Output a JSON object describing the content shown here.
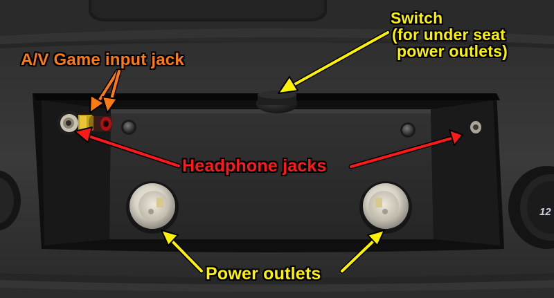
{
  "labels": {
    "switch": {
      "line1": "Switch",
      "line2": "(for under seat",
      "line3": "power outlets)",
      "color": "#fff200"
    },
    "av_game_input": {
      "text": "A/V Game input jack",
      "color": "#ff7a12"
    },
    "headphone_jacks": {
      "text": "Headphone jacks",
      "color": "#ff1a1a"
    },
    "power_outlets": {
      "text": "Power outlets",
      "color": "#fff200"
    }
  },
  "dial_marking": "12"
}
